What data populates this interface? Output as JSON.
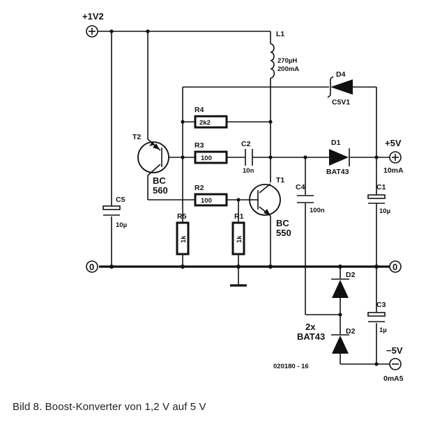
{
  "terminals": {
    "vin": "+1V2",
    "gnd_left": "0",
    "gnd_right": "0",
    "vout_pos": "+5V",
    "vout_pos_current": "10mA",
    "vout_neg": "−5V",
    "vout_neg_current": "0mA5",
    "plus_sign": "+",
    "minus_sign": "−"
  },
  "components": {
    "L1": {
      "name": "L1",
      "value": "270µH",
      "current": "200mA"
    },
    "D4": {
      "name": "D4",
      "type": "C5V1"
    },
    "R4": {
      "name": "R4",
      "value": "2k2"
    },
    "R3": {
      "name": "R3",
      "value": "100"
    },
    "R2": {
      "name": "R2",
      "value": "100"
    },
    "R5": {
      "name": "R5",
      "value": "1k"
    },
    "R1": {
      "name": "R1",
      "value": "1k"
    },
    "C2": {
      "name": "C2",
      "value": "10n"
    },
    "C4": {
      "name": "C4",
      "value": "100n"
    },
    "C5": {
      "name": "C5",
      "value": "10µ"
    },
    "C1": {
      "name": "C1",
      "value": "10µ"
    },
    "C3": {
      "name": "C3",
      "value": "1µ"
    },
    "D1": {
      "name": "D1",
      "type": "BAT43"
    },
    "D2a": {
      "name": "D2"
    },
    "D2b": {
      "name": "D2"
    },
    "D2_group": {
      "count": "2x",
      "type": "BAT43"
    },
    "T1": {
      "name": "T1",
      "type1": "BC",
      "type2": "550"
    },
    "T2": {
      "name": "T2",
      "type1": "BC",
      "type2": "560"
    }
  },
  "figure_number": "020180 - 16",
  "caption": "Bild 8. Boost-Konverter von 1,2 V auf 5 V"
}
